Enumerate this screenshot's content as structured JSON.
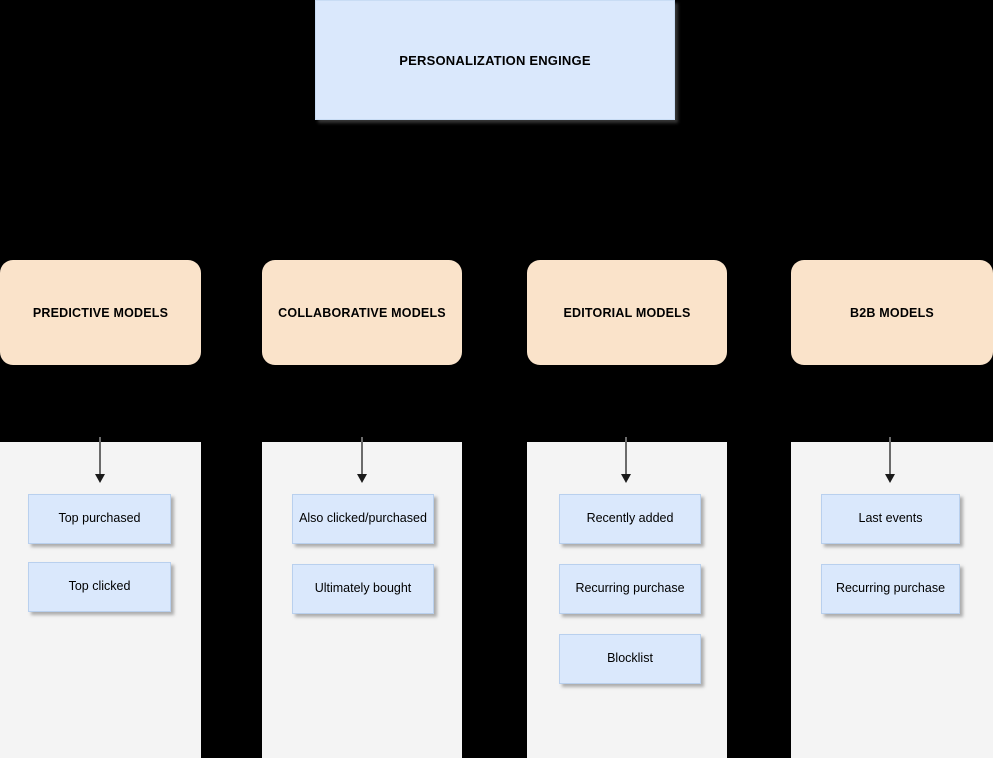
{
  "diagram": {
    "background_color": "#000000",
    "panel_color": "#f4f4f4",
    "root": {
      "label": "PERSONALIZATION ENGINGE",
      "fill": "#dae8fc"
    },
    "columns": [
      {
        "category": {
          "label": "PREDICTIVE MODELS",
          "fill": "#fae3ca"
        },
        "leaves": [
          {
            "label": "Top purchased",
            "fill": "#dae8fc"
          },
          {
            "label": "Top clicked",
            "fill": "#dae8fc"
          }
        ]
      },
      {
        "category": {
          "label": "COLLABORATIVE MODELS",
          "fill": "#fae3ca"
        },
        "leaves": [
          {
            "label": "Also clicked/purchased",
            "fill": "#dae8fc"
          },
          {
            "label": "Ultimately bought",
            "fill": "#dae8fc"
          }
        ]
      },
      {
        "category": {
          "label": "EDITORIAL MODELS",
          "fill": "#fae3ca"
        },
        "leaves": [
          {
            "label": "Recently added",
            "fill": "#dae8fc"
          },
          {
            "label": "Recurring purchase",
            "fill": "#dae8fc"
          },
          {
            "label": "Blocklist",
            "fill": "#dae8fc"
          }
        ]
      },
      {
        "category": {
          "label": "B2B MODELS",
          "fill": "#fae3ca"
        },
        "leaves": [
          {
            "label": "Last events",
            "fill": "#dae8fc"
          },
          {
            "label": "Recurring purchase",
            "fill": "#dae8fc"
          }
        ]
      }
    ]
  }
}
